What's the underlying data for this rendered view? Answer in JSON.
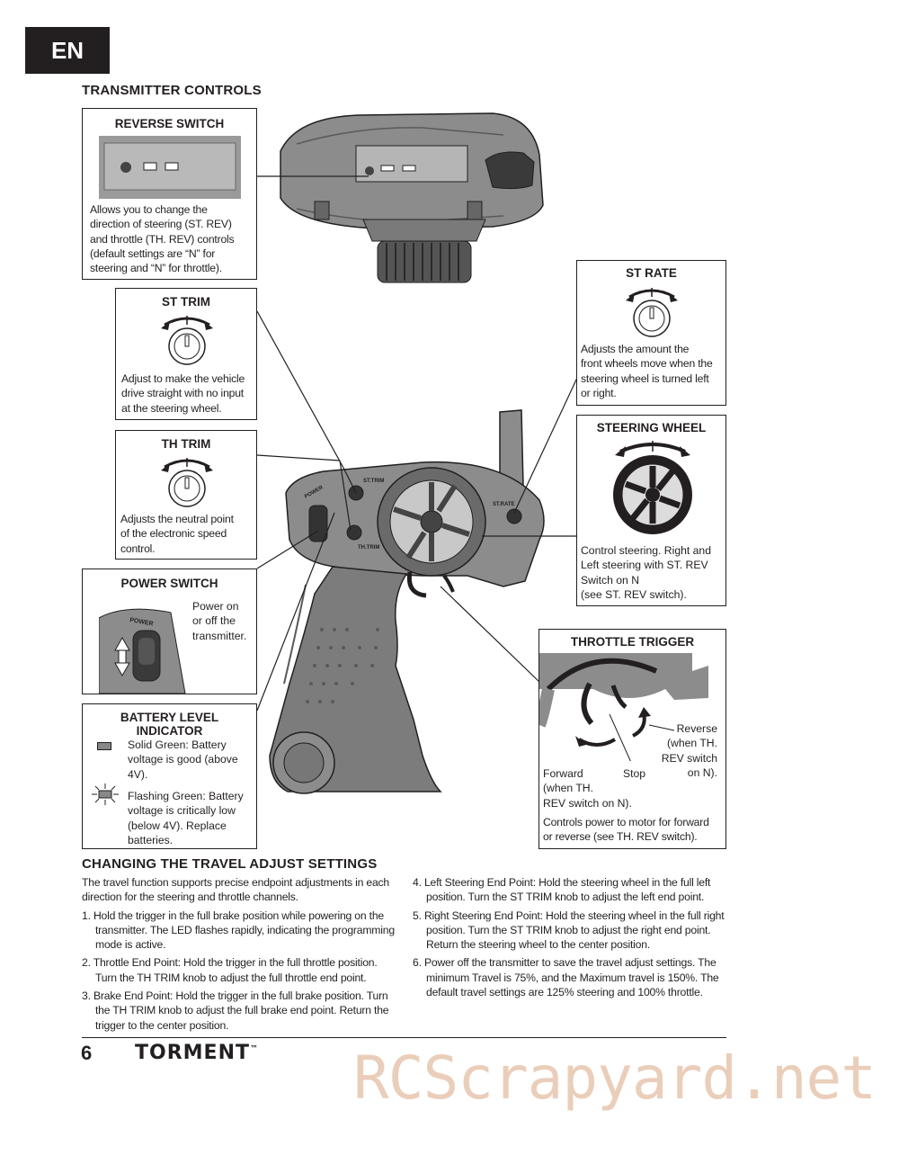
{
  "language_tab": "EN",
  "section_title": "TRANSMITTER CONTROLS",
  "reverse_switch": {
    "title": "REVERSE SWITCH",
    "lines": [
      "Allows you to change the",
      "direction of steering  (ST. REV)",
      "and throttle (TH. REV) controls",
      "(default settings are “N” for",
      "steering and “N” for throttle)."
    ]
  },
  "st_trim": {
    "title": "ST TRIM",
    "lines": [
      "Adjust to make the vehicle",
      "drive straight with no input",
      "at the steering wheel."
    ]
  },
  "th_trim": {
    "title": "TH TRIM",
    "lines": [
      "Adjusts the neutral point",
      "of the electronic speed",
      "control."
    ]
  },
  "power_switch": {
    "title": "POWER SWITCH",
    "lines": [
      "Power on",
      "or off the",
      "transmitter."
    ],
    "label_on_image": "POWER"
  },
  "battery_indicator": {
    "title_line1": "BATTERY LEVEL",
    "title_line2": "INDICATOR",
    "solid": [
      "Solid Green: Battery",
      "voltage is good (above",
      "4V)."
    ],
    "flashing": [
      "Flashing Green: Battery",
      "voltage is critically low",
      "(below 4V). Replace",
      "batteries."
    ]
  },
  "st_rate": {
    "title": "ST RATE",
    "lines": [
      "Adjusts the amount the",
      "front wheels move when the",
      "steering wheel is turned left",
      "or right."
    ]
  },
  "steering_wheel": {
    "title": "STEERING WHEEL",
    "lines": [
      "Control steering. Right and",
      "Left steering with ST. REV",
      "Switch on N",
      "(see ST. REV switch)."
    ]
  },
  "throttle_trigger": {
    "title": "THROTTLE TRIGGER",
    "reverse": [
      "Reverse",
      "(when TH.",
      "REV switch",
      "on N)."
    ],
    "forward": [
      "Forward",
      "(when TH.",
      "REV switch on N)."
    ],
    "stop": "Stop",
    "lines": [
      "Controls power to motor for forward",
      "or reverse (see TH. REV switch)."
    ]
  },
  "transmitter_labels": {
    "st_trim": "ST.TRIM",
    "th_trim": "TH.TRIM",
    "st_rate": "ST.RATE",
    "power": "POWER"
  },
  "travel_section": {
    "title": "CHANGING THE TRAVEL ADJUST SETTINGS",
    "intro": "The travel function supports precise endpoint adjustments in each direction for the steering and throttle channels.",
    "steps": [
      "1. Hold the trigger in the full brake position while powering on the transmitter. The LED flashes rapidly, indicating the programming mode is active.",
      "2. Throttle End Point: Hold the trigger in the full throttle position. Turn the TH TRIM knob to adjust the full throttle end point.",
      "3. Brake End Point: Hold the trigger in the full brake position. Turn the TH TRIM knob to adjust the full brake end point. Return the trigger to the center position.",
      "4. Left Steering End Point: Hold the steering wheel in the full left position. Turn the ST TRIM knob to adjust the left end point.",
      "5. Right Steering End Point: Hold the steering wheel in the full right position. Turn the ST TRIM knob to adjust the right end point. Return the steering wheel to the center position.",
      "6. Power off the transmitter to save the travel adjust settings. The minimum Travel is 75%, and the Maximum travel is 150%. The default travel settings are 125% steering and 100% throttle."
    ]
  },
  "footer": {
    "page_number": "6",
    "brand": "TORMENT",
    "trademark": "™"
  },
  "watermark": "RCScrapyard.net"
}
